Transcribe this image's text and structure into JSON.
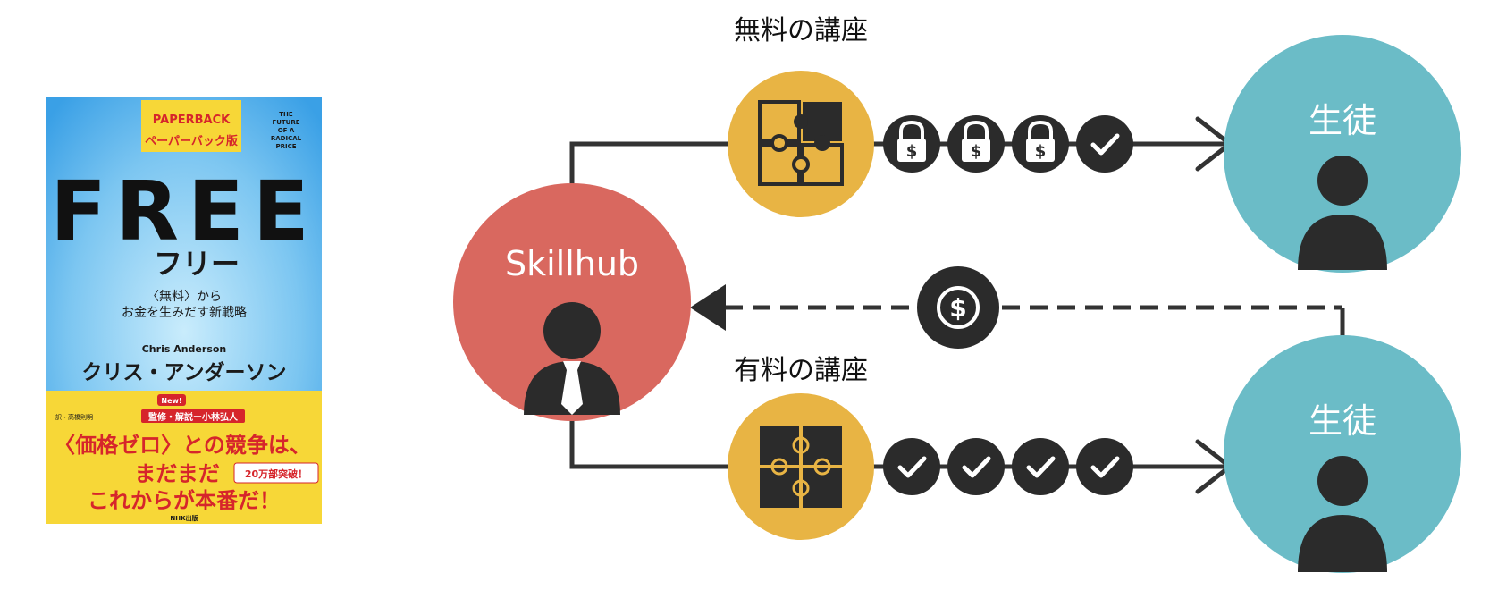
{
  "book_cover": {
    "badge_top": "PAPERBACK",
    "badge_bottom": "ペーパーバック版",
    "side_text": [
      "THE",
      "FUTURE",
      "OF A",
      "RADICAL",
      "PRICE"
    ],
    "title": "FREE",
    "title_ja": "フリー",
    "subtitle_line1": "〈無料〉から",
    "subtitle_line2": "お金を生みだす新戦略",
    "author_en": "Chris Anderson",
    "author_ja": "クリス・アンダーソン",
    "new_badge": "New!",
    "translator_line": "訳・高橋則明",
    "supervisor_line": "監修・解説ー小林弘人",
    "tagline_line1": "〈価格ゼロ〉との競争は、",
    "tagline_line2": "まだまだ",
    "sales_badge": "20万部突破！",
    "tagline_line3": "これからが本番だ！",
    "publisher": "NHK出版",
    "colors": {
      "sky_top": "#3fa2e6",
      "sky_center": "#bfe7fb",
      "band_yellow": "#f7d737",
      "accent_red": "#d6252b",
      "text_dark": "#1a1a1a"
    }
  },
  "diagram": {
    "free_course_label": "無料の講座",
    "paid_course_label": "有料の講座",
    "provider_label": "Skillhub",
    "student_label_top": "生徒",
    "student_label_bottom": "生徒",
    "free_course_markers": [
      "lock-dollar",
      "lock-dollar",
      "lock-dollar",
      "check"
    ],
    "paid_course_markers": [
      "check",
      "check",
      "check",
      "check"
    ],
    "payment_icon": "dollar-coin",
    "colors": {
      "provider": "#d9685f",
      "student": "#6bbcc7",
      "course": "#e8b444",
      "dark": "#2b2b2b",
      "line": "#333333"
    }
  }
}
